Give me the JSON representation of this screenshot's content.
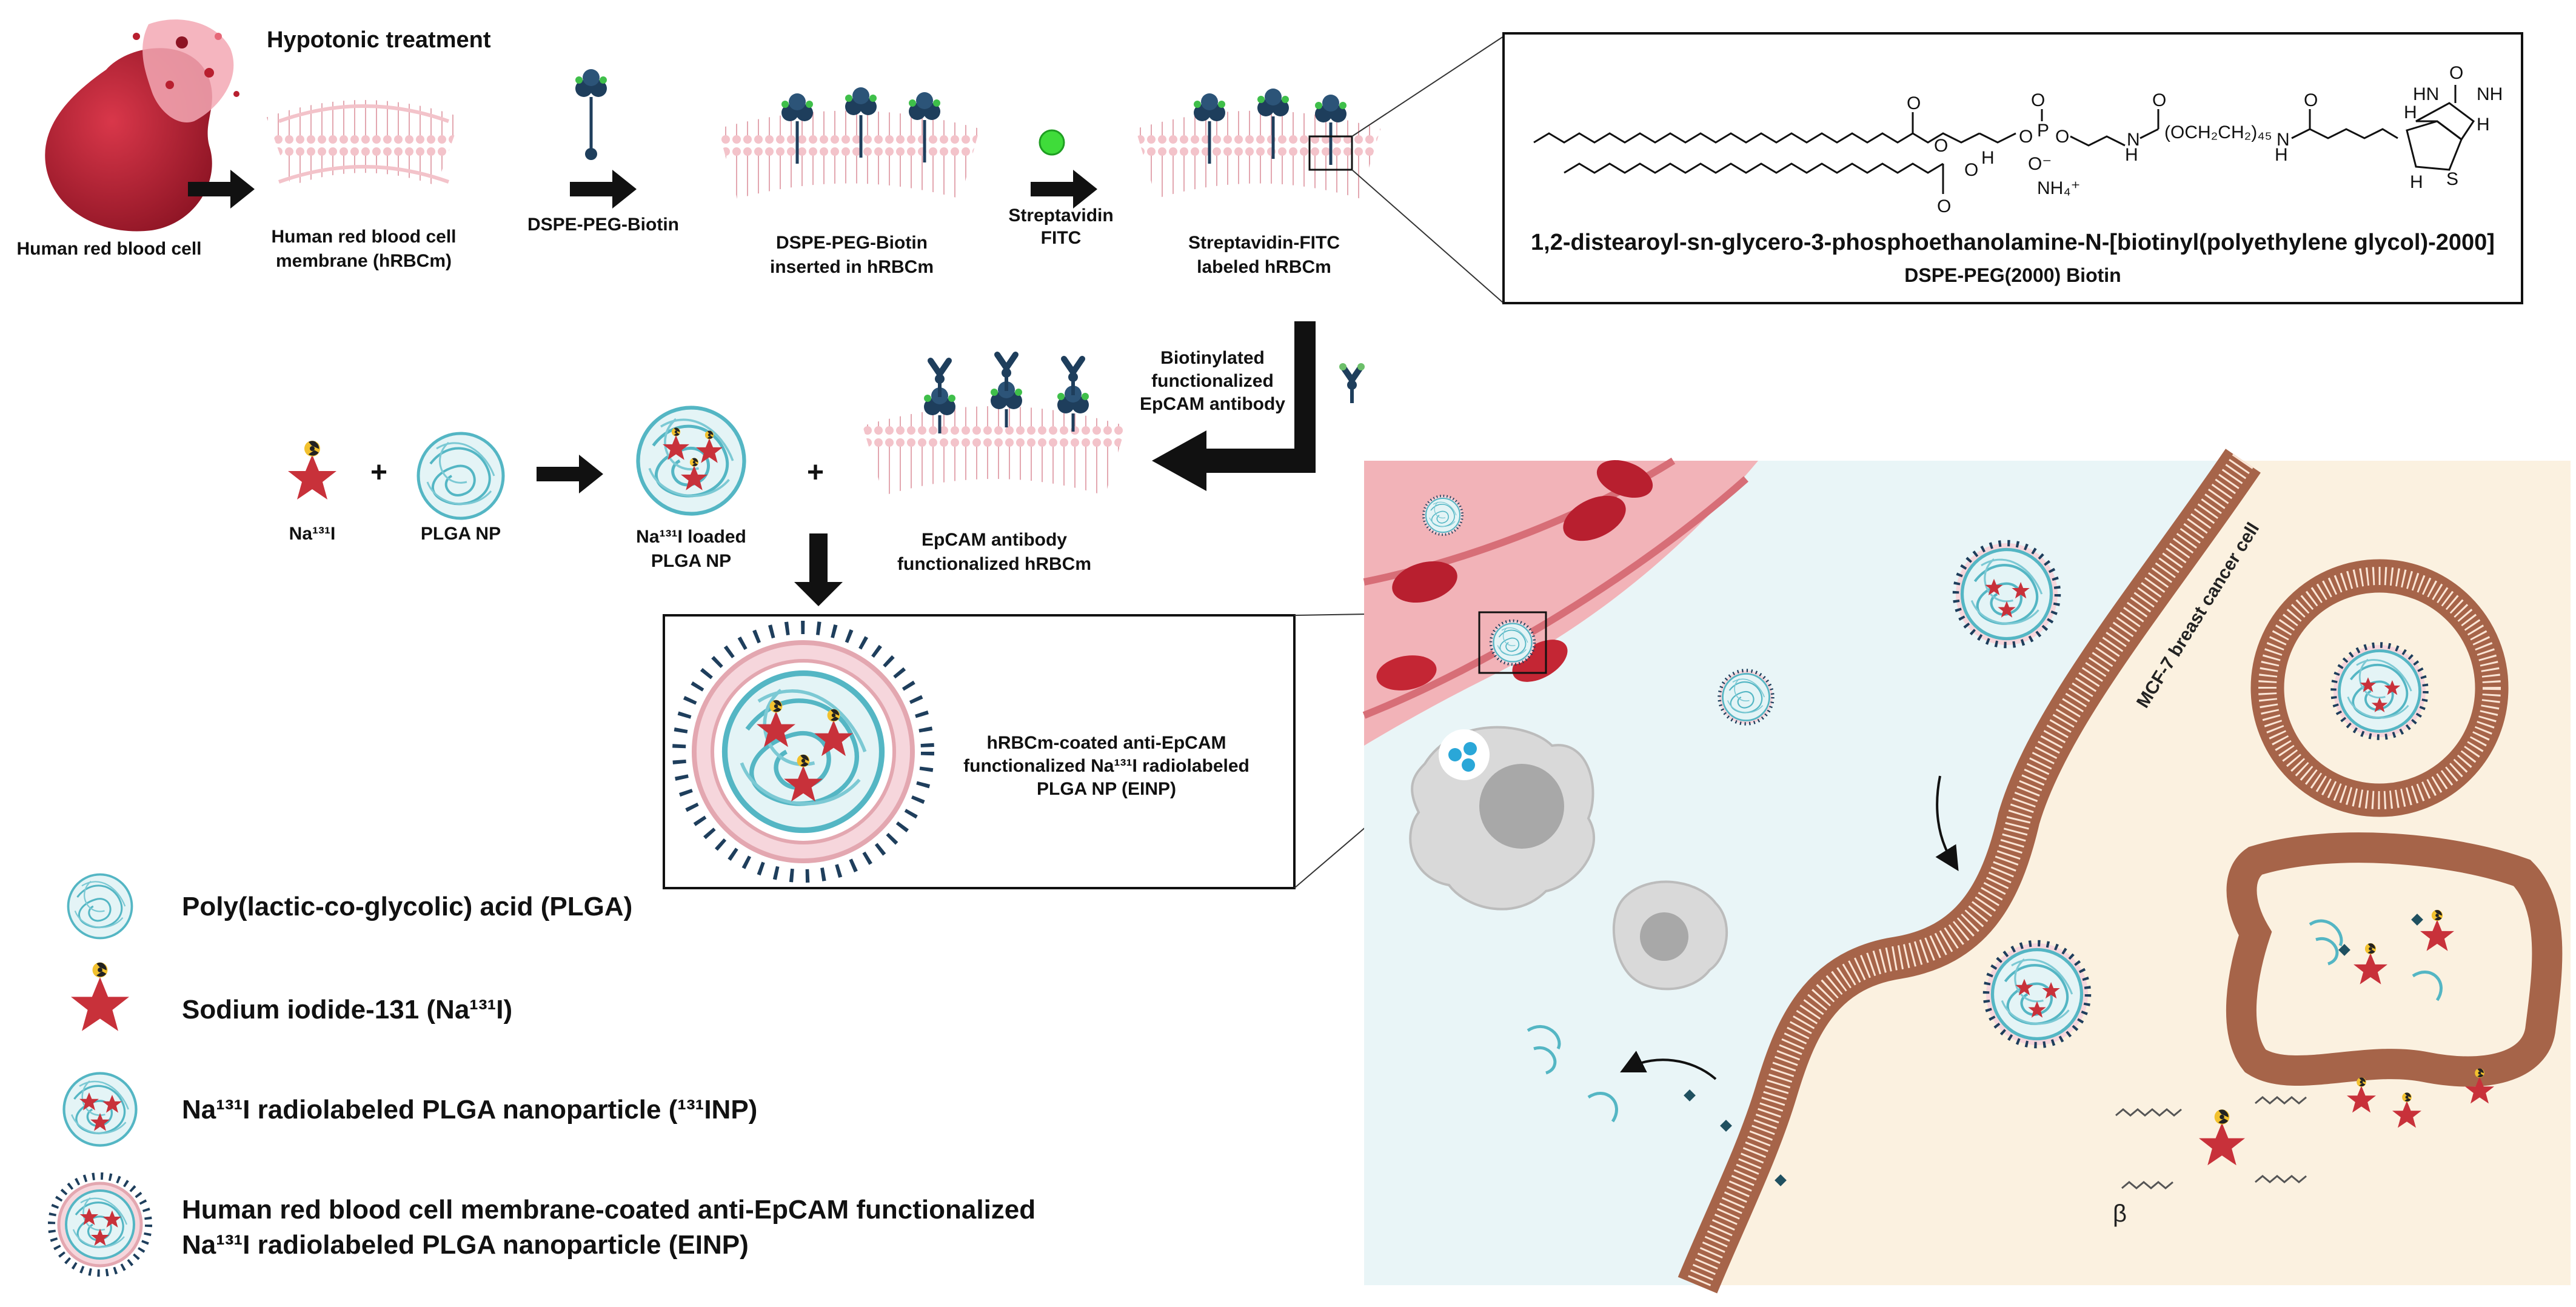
{
  "colors": {
    "membrane": "#f3cfd4",
    "membrane_edge": "#e3a7b0",
    "plga": "#54b6c4",
    "red_cell": "#b81f2f",
    "antibody": "#1e3e5c",
    "cell_membrane": "#a66449",
    "extracellular": "#e9f5f7",
    "intracellular": "#fbf1e0",
    "star": "#c8313a"
  },
  "top_row": {
    "hypotonic": "Hypotonic treatment",
    "human_rbc": "Human red blood cell",
    "hrbcm_line1": "Human red blood cell",
    "hrbcm_line2": "membrane (hRBCm)",
    "dspe_peg_biotin": "DSPE-PEG-Biotin",
    "inserted_line1": "DSPE-PEG-Biotin",
    "inserted_line2": "inserted in hRBCm",
    "streptavidin_line1": "Streptavidin",
    "streptavidin_line2": "FITC",
    "labeled_line1": "Streptavidin-FITC",
    "labeled_line2": "labeled hRBCm"
  },
  "chemical": {
    "full_name": "1,2-distearoyl-sn-glycero-3-phosphoethanolamine-N-[biotinyl(polyethylene glycol)-2000]",
    "short_name": "DSPE-PEG(2000) Biotin",
    "peg_label": "(OCH₂CH₂)₄₅",
    "ammonium": "NH₄⁺"
  },
  "middle_row": {
    "biotinylated_line1": "Biotinylated",
    "biotinylated_line2": "functionalized",
    "biotinylated_line3": "EpCAM antibody",
    "na131i": "Na¹³¹I",
    "plga_np": "PLGA NP",
    "loaded_line1": "Na¹³¹I loaded",
    "loaded_line2": "PLGA NP",
    "epcam_line1": "EpCAM antibody",
    "epcam_line2": "functionalized hRBCm",
    "plus": "+"
  },
  "einp_box": {
    "line1": "hRBCm-coated anti-EpCAM",
    "line2": "functionalized Na¹³¹I radiolabeled",
    "line3": "PLGA NP (EINP)"
  },
  "legend": [
    {
      "label": "Poly(lactic-co-glycolic) acid (PLGA)"
    },
    {
      "label": "Sodium iodide-131 (Na¹³¹I)"
    },
    {
      "label": "Na¹³¹I radiolabeled PLGA nanoparticle (¹³¹INP)"
    },
    {
      "label_line1": "Human red blood cell membrane-coated anti-EpCAM functionalized",
      "label_line2": "Na¹³¹I radiolabeled PLGA nanoparticle (EINP)"
    }
  ],
  "scene": {
    "mcf7": "MCF-7 breast cancer cell",
    "beta": "β"
  }
}
